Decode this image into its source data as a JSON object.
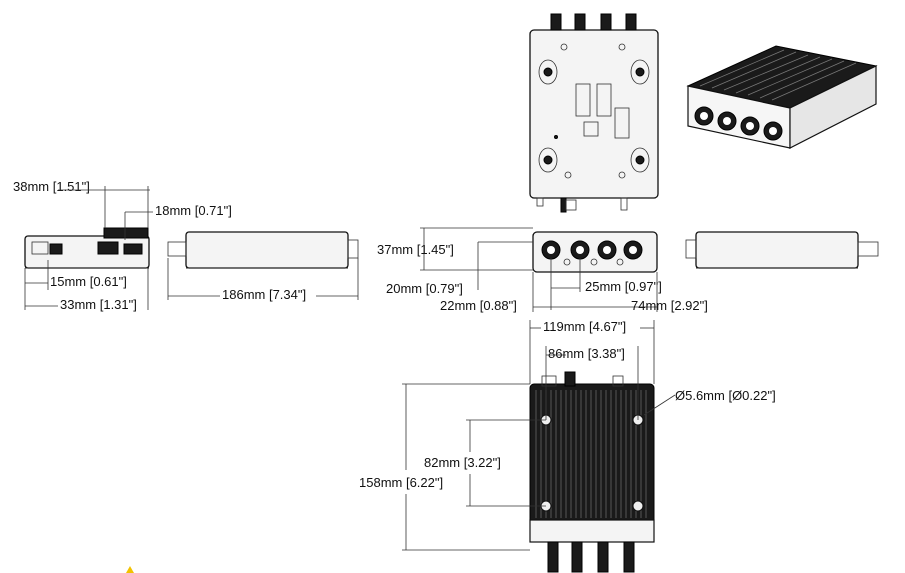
{
  "dimensions": {
    "side_left_height": "38mm [1.51\"]",
    "side_left_port_height": "18mm [0.71\"]",
    "side_left_port_offset": "15mm [0.61\"]",
    "side_left_width": "33mm [1.31\"]",
    "side_length": "186mm [7.34\"]",
    "front_height": "37mm [1.45\"]",
    "front_connector_height": "20mm [0.79\"]",
    "front_connector_spacing": "25mm [0.97\"]",
    "front_left_offset": "22mm [0.88\"]",
    "front_width": "74mm [2.92\"]",
    "top_width": "119mm [4.67\"]",
    "top_inner_width": "86mm [3.38\"]",
    "hole_diameter": "Ø5.6mm [Ø0.22\"]",
    "hole_spacing": "82mm [3.22\"]",
    "top_length": "158mm [6.22\"]"
  },
  "colors": {
    "line": "#222222",
    "body": "#f4f4f4",
    "heatsink": "#1a1a1a"
  }
}
